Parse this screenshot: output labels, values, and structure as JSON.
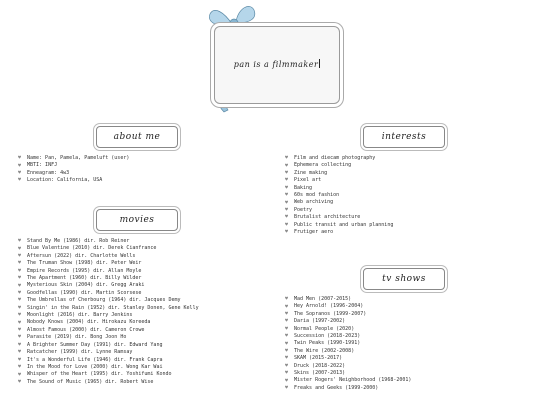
{
  "header": {
    "title": "pan is a filmmaker"
  },
  "colors": {
    "ribbon": "#9cc4dc",
    "heart": "#8c8c8c",
    "border": "#888888"
  },
  "about": {
    "title": "about me",
    "items": [
      "Name: Pan, Pamela, Pameluft (user)",
      "MBTI: INFJ",
      "Enneagram: 4w3",
      "Location: California, USA"
    ]
  },
  "interests": {
    "title": "interests",
    "items": [
      "Film and diecam photography",
      "Ephemera collecting",
      "Zine making",
      "Pixel art",
      "Baking",
      "60s mod fashion",
      "Web archiving",
      "Poetry",
      "Brutalist architecture",
      "Public transit and urban planning",
      "Frutiger aero"
    ]
  },
  "movies": {
    "title": "movies",
    "items": [
      "Stand By Me (1986) dir. Rob Reiner",
      "Blue Valentine (2010) dir. Derek Cianfrance",
      "Aftersun (2022) dir. Charlotte Wells",
      "The Truman Show (1998) dir. Peter Weir",
      "Empire Records (1995) dir. Allan Moyle",
      "The Apartment (1960) dir. Billy Wilder",
      "Mysterious Skin (2004) dir. Gregg Araki",
      "Goodfellas (1990) dir. Martin Scorsese",
      "The Umbrellas of Cherbourg (1964) dir. Jacques Demy",
      "Singin' in the Rain (1952) dir. Stanley Donen, Gene Kelly",
      "Moonlight (2016) dir. Barry Jenkins",
      "Nobody Knows (2004) dir. Hirokazu Koreeda",
      "Almost Famous (2000) dir. Cameron Crowe",
      "Parasite (2019) dir. Bong Joon Ho",
      "A Brighter Summer Day (1991) dir. Edward Yang",
      "Ratcatcher (1999) dir. Lynne Ramsay",
      "It's a Wonderful Life (1946) dir. Frank Capra",
      "In the Mood for Love (2000) dir. Wong Kar Wai",
      "Whisper of the Heart (1995) dir. Yoshifumi Kondo",
      "The Sound of Music (1965) dir. Robert Wise"
    ]
  },
  "tvshows": {
    "title": "tv shows",
    "items": [
      "Mad Men (2007-2015)",
      "Hey Arnold! (1996-2004)",
      "The Sopranos (1999-2007)",
      "Daria (1997-2002)",
      "Normal People (2020)",
      "Succession (2018-2023)",
      "Twin Peaks (1990-1991)",
      "The Wire (2002-2008)",
      "SKAM (2015-2017)",
      "Druck (2018-2022)",
      "Skins (2007-2013)",
      "Mister Rogers' Neighborhood (1968-2001)",
      "Freaks and Geeks (1999-2000)"
    ]
  }
}
